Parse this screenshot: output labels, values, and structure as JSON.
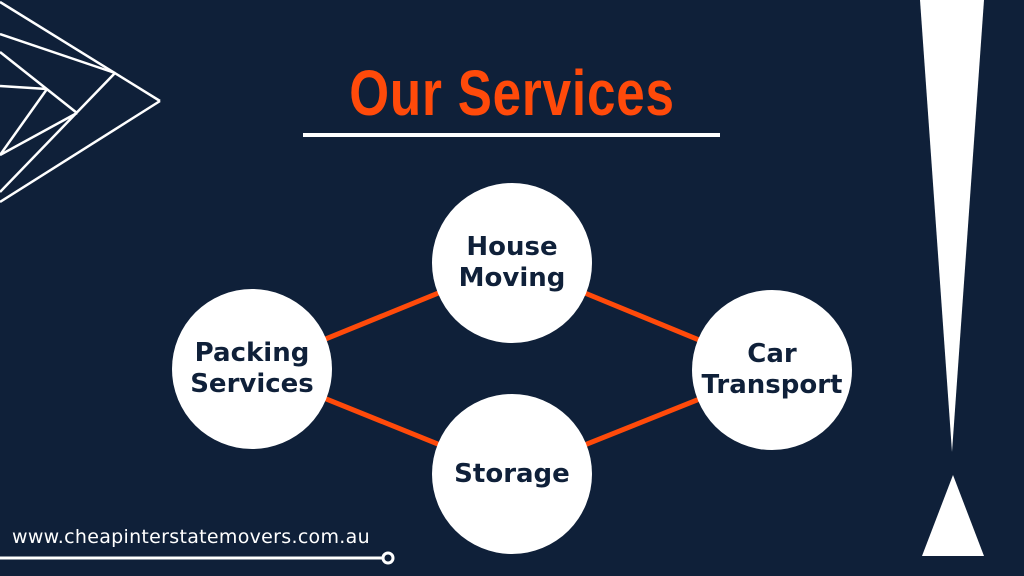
{
  "title": "Our Services",
  "services": [
    "House\nMoving",
    "Packing\nServices",
    "Car\nTransport",
    "Storage"
  ],
  "website": "www.cheapinterstatemovers.com.au",
  "colors": {
    "background": "#0f2039",
    "accent": "#ff4a0a",
    "circle": "#ffffff"
  }
}
